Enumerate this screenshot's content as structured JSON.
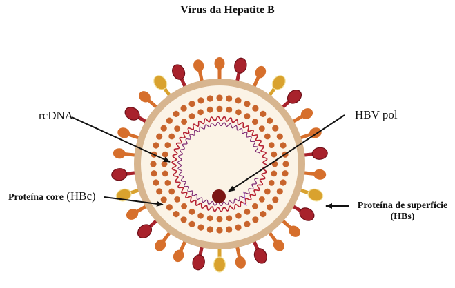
{
  "title": "Vírus da Hepatite B",
  "labels": {
    "rcdna": "rcDNA",
    "hbv_pol": "HBV pol",
    "core_main": "Proteína core",
    "core_paren": "(HBc)",
    "surface_line1": "Proteína de superfície",
    "surface_line2": "(HBs)"
  },
  "colors": {
    "envelope_outer": "#d7b58f",
    "envelope_inner": "#fbf3e6",
    "core_dots": "#c8642c",
    "spike_orange": "#d66f2c",
    "spike_red": "#a8222c",
    "spike_gold": "#d9a22e",
    "dna_red": "#b52132",
    "dna_magenta": "#7f2b74",
    "polymerase": "#7c1613",
    "arrow": "#111111"
  }
}
